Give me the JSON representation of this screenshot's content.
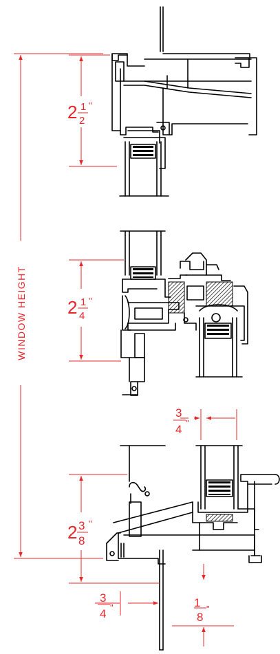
{
  "window_height_label": "WINDOW HEIGHT",
  "dimensions": {
    "head": {
      "whole": "2",
      "num": "1",
      "den": "2",
      "unit": "\""
    },
    "meeting_rail": {
      "whole": "2",
      "num": "1",
      "den": "4",
      "unit": "\""
    },
    "sill": {
      "whole": "2",
      "num": "3",
      "den": "8",
      "unit": "\""
    },
    "sash_offset": {
      "num": "3",
      "den": "4",
      "unit": "\""
    },
    "sill_flange": {
      "num": "3",
      "den": "4",
      "unit": "\""
    },
    "sill_leg": {
      "whole": "1",
      "den": "8",
      "unit": "\""
    }
  },
  "colors": {
    "dimension": "#e8262a",
    "profile": "#000000"
  }
}
